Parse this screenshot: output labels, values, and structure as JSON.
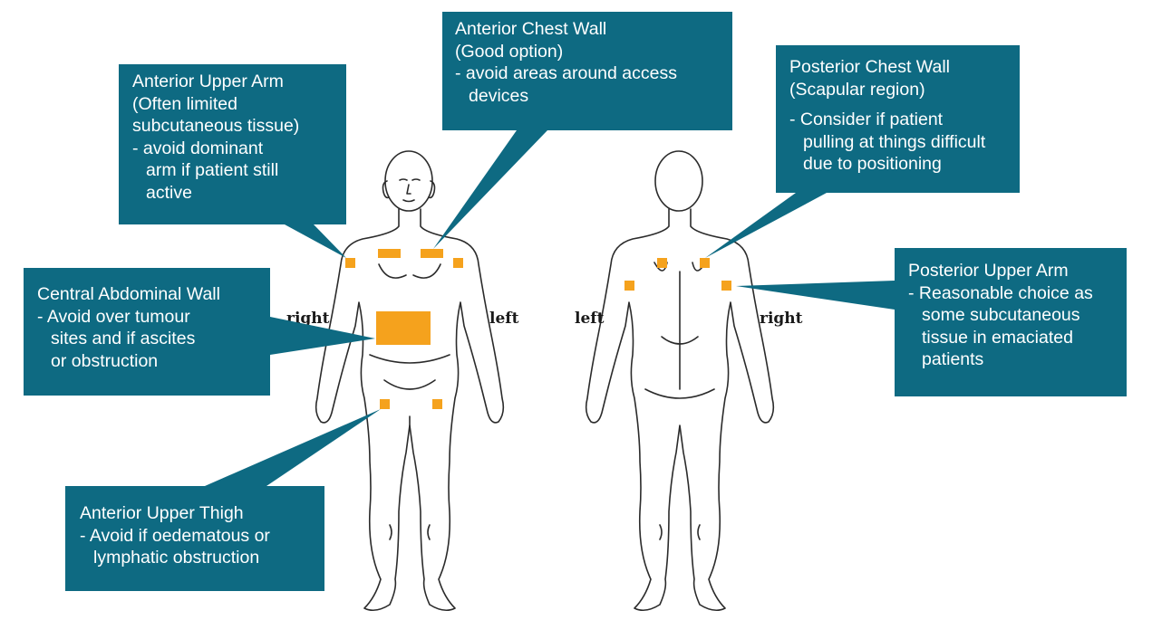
{
  "colors": {
    "callout_bg": "#0e6a82",
    "site_marker": "#f5a21d",
    "body_outline": "#2b2b2b",
    "callout_text": "#ffffff"
  },
  "side_labels": {
    "front_right": "right",
    "front_left": "left",
    "back_left": "left",
    "back_right": "right"
  },
  "callouts": {
    "anterior_upper_arm": {
      "title": "Anterior Upper Arm",
      "lines": [
        "(Often limited",
        "subcutaneous tissue)",
        "- avoid dominant",
        "arm if patient still",
        "active"
      ]
    },
    "anterior_chest_wall": {
      "title": "Anterior Chest Wall",
      "lines": [
        "(Good option)",
        "- avoid areas around access",
        "devices"
      ]
    },
    "posterior_chest_wall": {
      "title": "Posterior Chest Wall",
      "lines": [
        "(Scapular region)",
        "- Consider if patient",
        "pulling at things difficult",
        "due to positioning"
      ]
    },
    "central_abdominal_wall": {
      "title": "Central Abdominal Wall",
      "lines": [
        "- Avoid over tumour",
        "sites and if ascites",
        "or obstruction"
      ]
    },
    "posterior_upper_arm": {
      "title": "Posterior Upper Arm",
      "lines": [
        "- Reasonable choice as",
        "some subcutaneous",
        "tissue in emaciated",
        "patients"
      ]
    },
    "anterior_upper_thigh": {
      "title": "Anterior Upper Thigh",
      "lines": [
        "- Avoid if oedematous or",
        "lymphatic obstruction"
      ]
    }
  }
}
